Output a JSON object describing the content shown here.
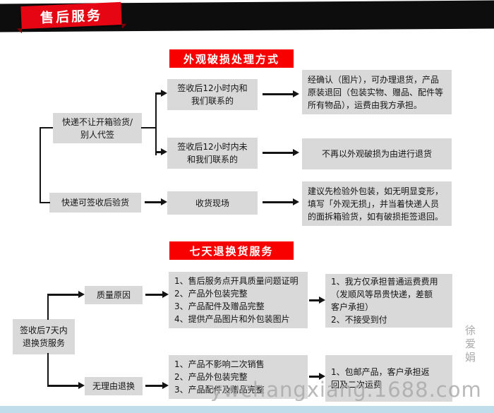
{
  "banner": {
    "label": "售后服务"
  },
  "damage_section": {
    "title": "外观破损处理方式",
    "courier_no_inspection": "快递不让开箱验货/\n别人代签",
    "contact_within_12h": "签收后12小时内和\n我们联系的",
    "contact_within_12h_result": "经确认（图片），可办理退货，产品原装退回（包装实物、赠品、配件等所有物品），运费由我方承担。",
    "no_contact_within_12h": "签收后12小时内未\n和我们联系的",
    "no_contact_result": "不再以外观破损为由进行退货",
    "courier_allows_inspection": "快递可签收后验货",
    "receiving_site": "收货现场",
    "receiving_advice": "建议先检验外包装，如无明显变形，填写「外观无损」，并当着快递人员的面拆箱验货，如有破损拒签退回。"
  },
  "return_section": {
    "title": "七天退换货服务",
    "within_7_days": "签收后7天内\n退换货服务",
    "quality_reason": "质量原因",
    "quality_requirements": [
      "1、售后服务点开具质量问题证明",
      "2、产品外包装完整",
      "3、产品配件及赠品完整",
      "4、提供产品图片和外包装图片"
    ],
    "quality_shipping_policy": [
      "1、我方仅承担普通运费费用",
      "（发顺风等昂贵快递，差额",
      "客户承担）",
      "2、不接受到付"
    ],
    "no_reason_return": "无理由退换",
    "no_reason_requirements": [
      "1、产品不影响二次销售",
      "2、产品外包装完整",
      "3、产品配件及赠品完整"
    ],
    "no_reason_shipping_policy": [
      "1、包邮产品，客户承担返",
      "回及二次运费"
    ]
  },
  "watermarks": {
    "seller": "徐爱娟",
    "store": "ywchangxiang.1688.com"
  },
  "colors": {
    "accent_red": "#f80000",
    "ribbon_red": "#e60613",
    "box_gray": "#d9d9d9",
    "banner_black": "#0d0d0d",
    "footer_blue": "#bfddeb"
  }
}
